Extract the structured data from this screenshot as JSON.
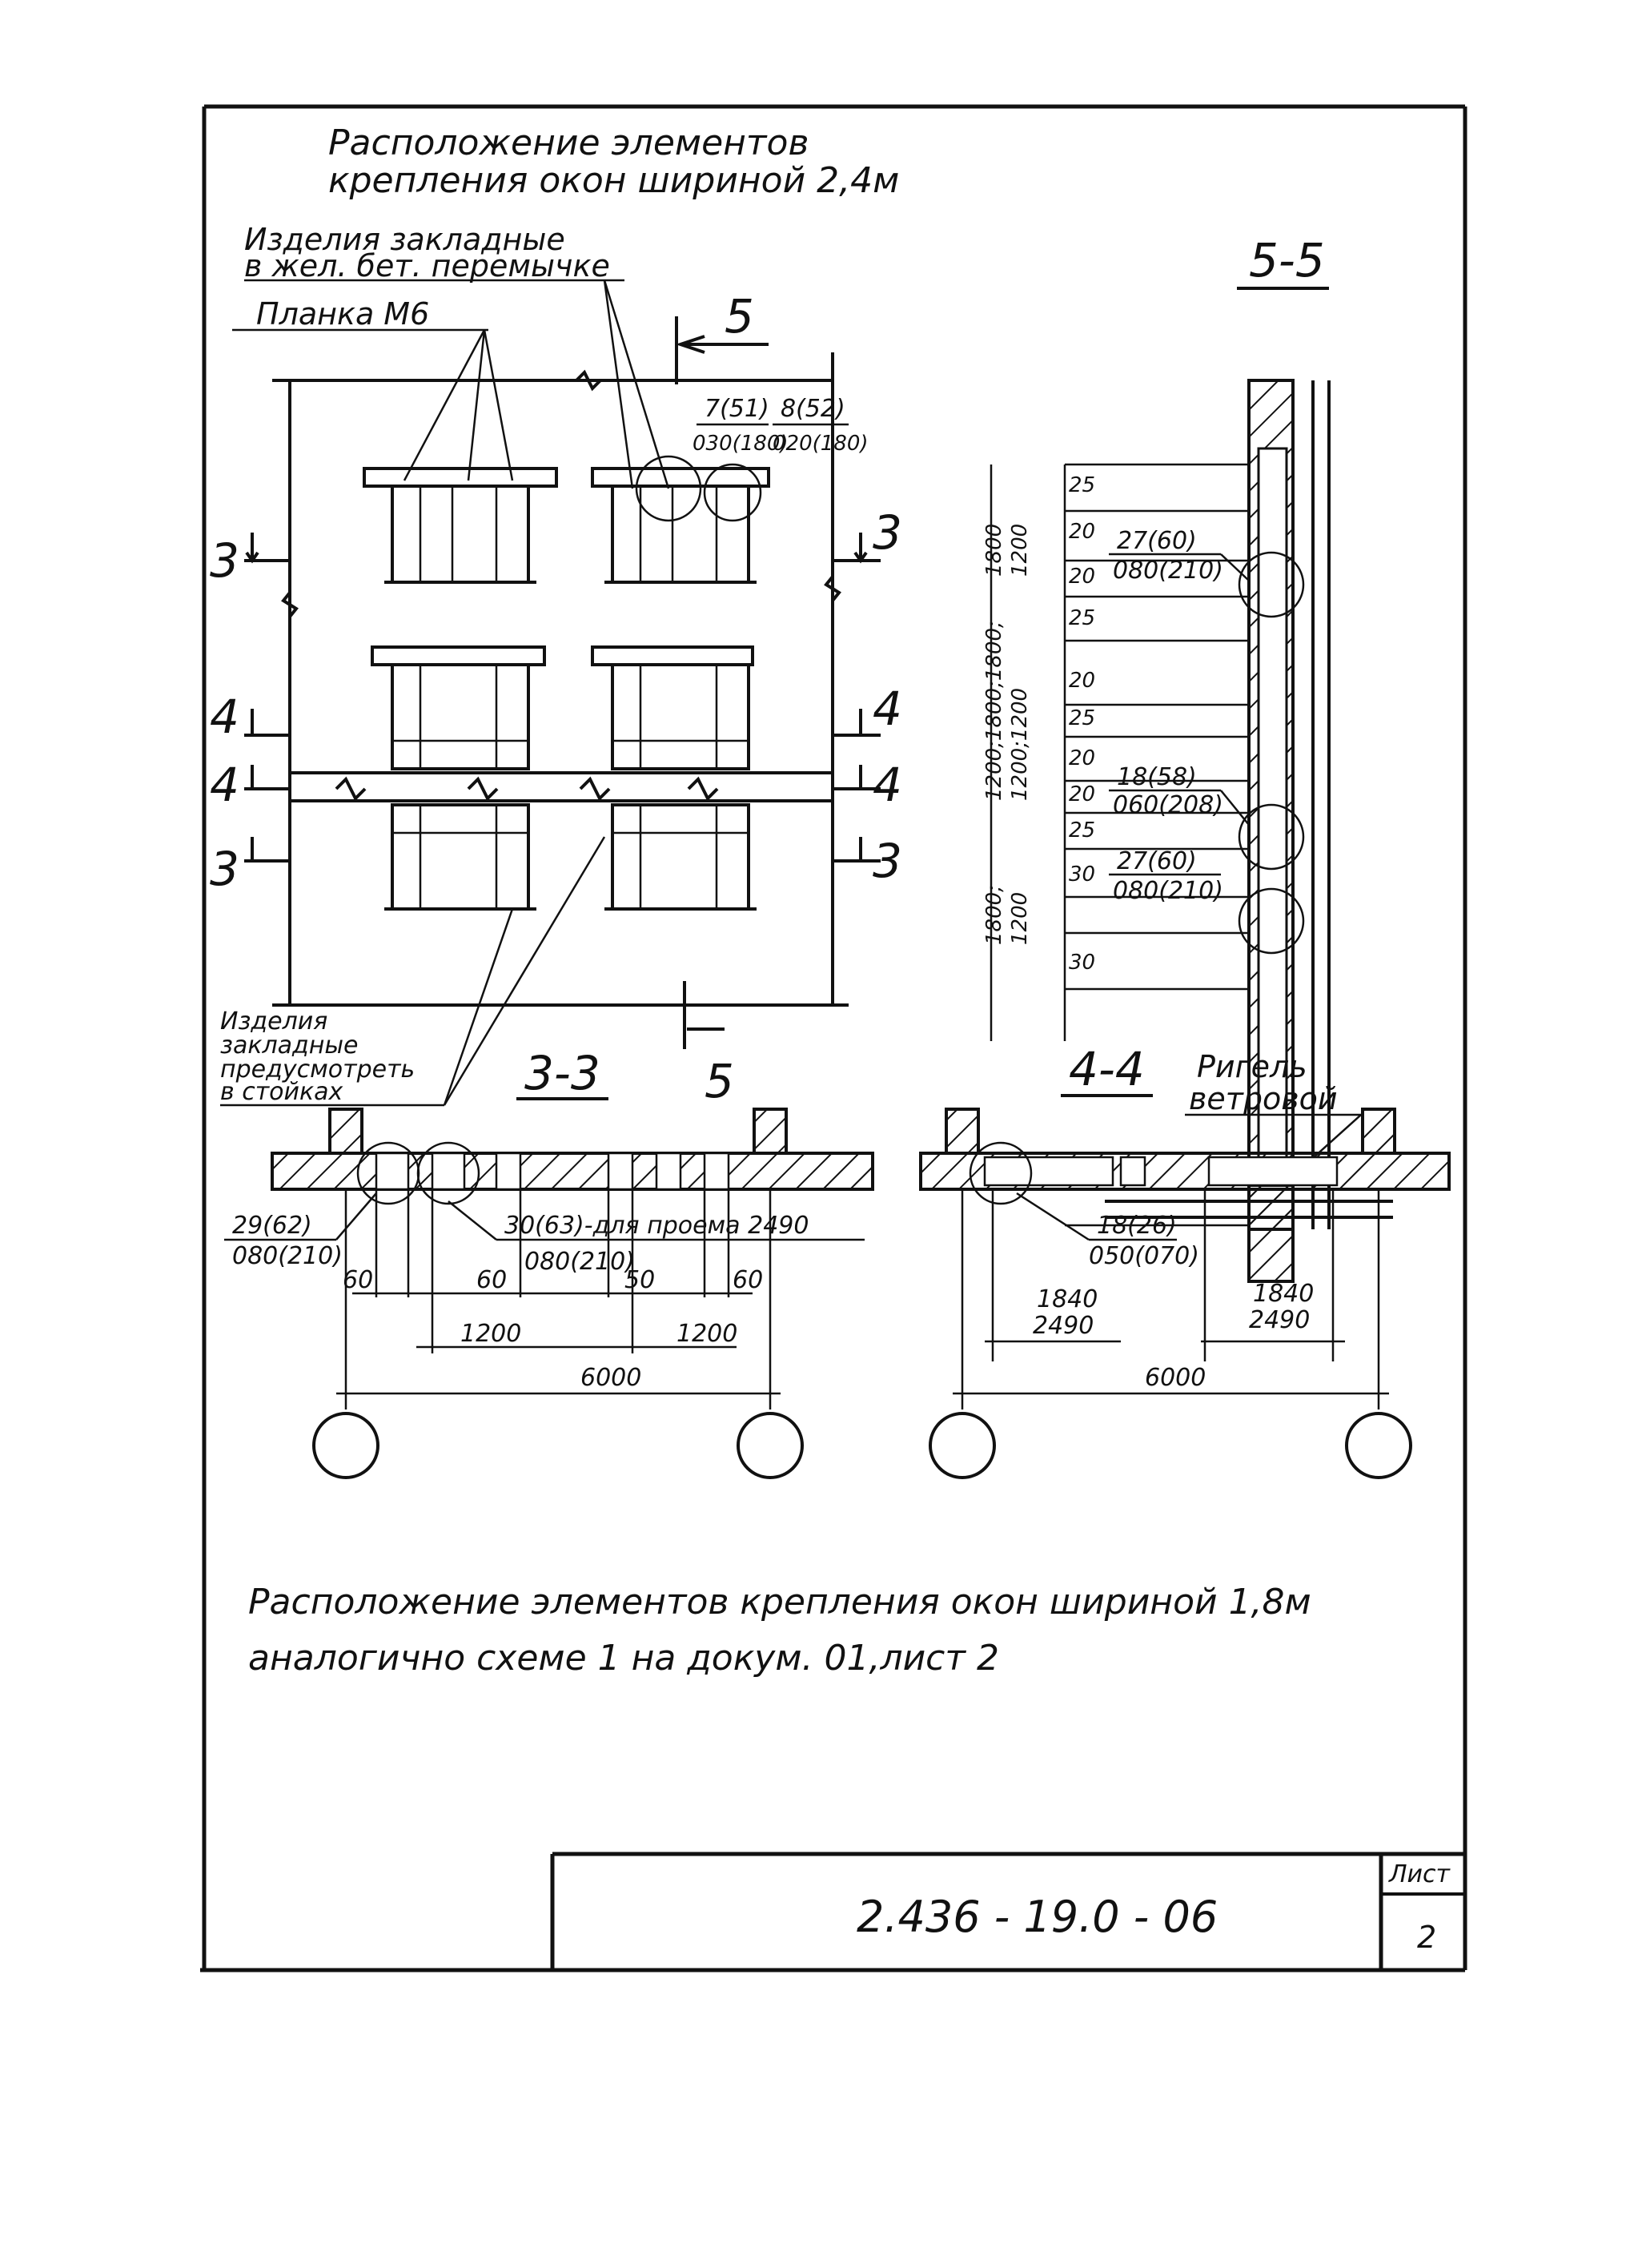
{
  "header": {
    "title_line1": "Расположение элементов",
    "title_line2": "крепления окон шириной 2,4м"
  },
  "labels": {
    "embedded_top_1": "Изделия закладные",
    "embedded_top_2": "в жел. бет. перемычке",
    "plank": "Планка М6",
    "embedded_bottom_1": "Изделия",
    "embedded_bottom_2": "закладные",
    "embedded_bottom_3": "предусмотреть",
    "embedded_bottom_4": "в стойках",
    "crossbar_1": "Ригель",
    "crossbar_2": "ветровой",
    "for_opening": "30(63)-для проема 2490"
  },
  "sections": {
    "s55": "5-5",
    "s33": "3-3",
    "s44": "4-4",
    "cut5_top": "5",
    "cut5_bottom": "5",
    "cut3": "3",
    "cut4": "4"
  },
  "marks": {
    "m7": "7(51)",
    "m7b": "030(180)",
    "m8": "8(52)",
    "m8b": "020(180)",
    "m27a": "27(60)",
    "m27a_b": "080(210)",
    "m18a": "18(58)",
    "m18a_b": "060(208)",
    "m27b": "27(60)",
    "m27b_b": "080(210)",
    "m29": "29(62)",
    "m29b": "080(210)",
    "m30b": "080(210)",
    "m18b": "18(26)",
    "m18b_b": "050(070)"
  },
  "dims": {
    "d60a": "60",
    "d60b": "60",
    "d50": "50",
    "d60c": "60",
    "d1200a": "1200",
    "d1200b": "1200",
    "d6000a": "6000",
    "d1840a": "1840",
    "d2490a": "2490",
    "d1840b": "1840",
    "d2490b": "2490",
    "d6000b": "6000",
    "v25a": "25",
    "v20a": "20",
    "v20b": "20",
    "v25b": "25",
    "v20c": "20",
    "v25c": "25",
    "v20d": "20",
    "v20e": "20",
    "v25d": "25",
    "v30a": "30",
    "v30b": "30",
    "vh1": "1800",
    "vh2": "1200",
    "vh3": "1200;1800;1800;",
    "vh4": "1200;1200",
    "vh5": "1800;",
    "vh6": "1200"
  },
  "note": {
    "line1": "Расположение элементов крепления окон шириной 1,8м",
    "line2": "аналогично схеме 1 на докум. 01,лист 2"
  },
  "stamp": {
    "code": "2.436 - 19.0 - 06",
    "sheet_label": "Лист",
    "sheet_no": "2"
  }
}
